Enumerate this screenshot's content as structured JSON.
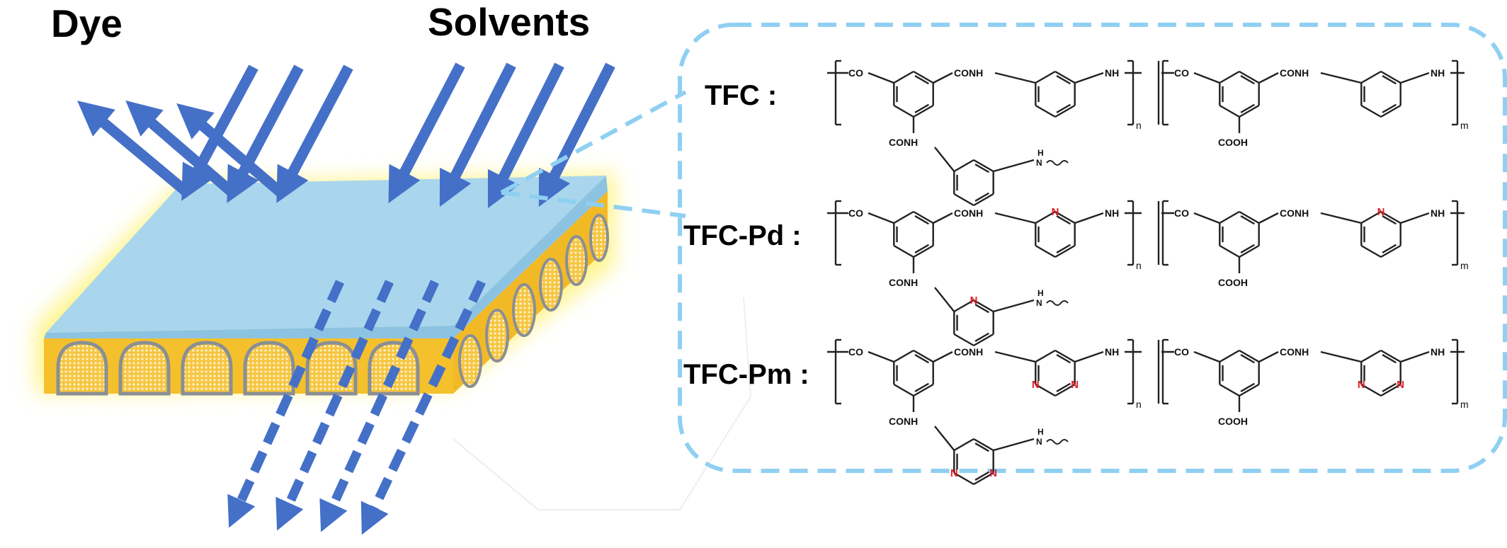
{
  "labels": {
    "dye": "Dye",
    "solvents": "Solvents"
  },
  "membranes": [
    {
      "name": "TFC :",
      "ring": "benzene",
      "groups": {
        "co": "CO",
        "conh": "CONH",
        "nh": "NH",
        "conh_bottom": "CONH",
        "nh_branch": "H",
        "nh_branch_n": "N",
        "cooh": "COOH",
        "sub_n": "n",
        "sub_m": "m"
      }
    },
    {
      "name": "TFC-Pd :",
      "ring": "pyridine",
      "ring_n": "N",
      "groups": {
        "co": "CO",
        "conh": "CONH",
        "nh": "NH",
        "conh_bottom": "CONH",
        "nh_branch": "H",
        "nh_branch_n": "N",
        "cooh": "COOH",
        "sub_n": "n",
        "sub_m": "m"
      }
    },
    {
      "name": "TFC-Pm :",
      "ring": "pyrimidine",
      "ring_n": "N",
      "groups": {
        "co": "CO",
        "conh": "CONH",
        "nh": "NH",
        "conh_bottom": "CONH",
        "nh_branch": "H",
        "nh_branch_n": "N",
        "cooh": "COOH",
        "sub_n": "n",
        "sub_m": "m"
      }
    }
  ],
  "colors": {
    "arrow": "#4470c8",
    "membrane_top": "#a8d6ee",
    "support": "#f6c53a",
    "glow": "#fff48a",
    "callout": "#8fd0f2",
    "hetero_atom": "#e0202a"
  }
}
